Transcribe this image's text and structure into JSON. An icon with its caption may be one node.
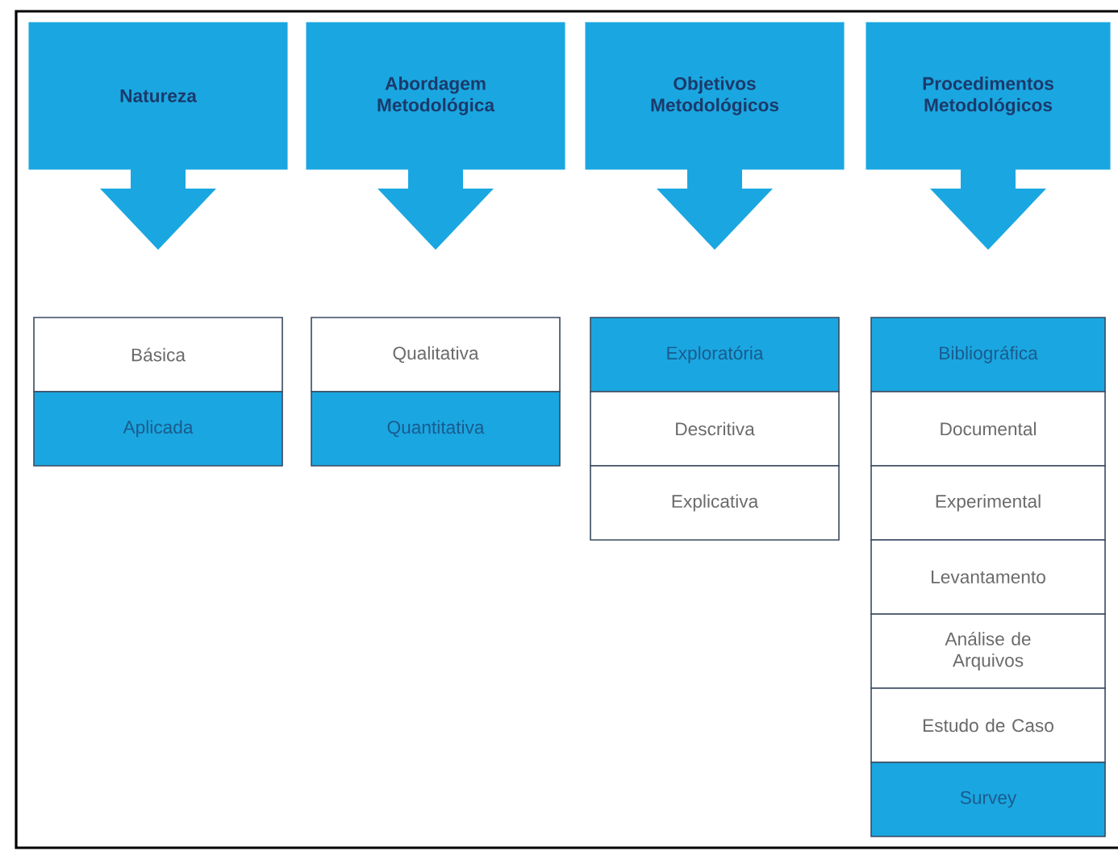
{
  "diagram": {
    "nodes": [
      {
        "text": [
          "Natureza"
        ]
      },
      {
        "text": [
          "Abordagem Metodológica"
        ]
      },
      {
        "text": [
          "Objetivos Metodológicos"
        ]
      },
      {
        "text": [
          "Procedimentos Metodológicos"
        ]
      },
      {
        "text": [
          "Básica"
        ]
      },
      {
        "text": [
          "Aplicada"
        ]
      },
      {
        "text": [
          "Qualitativa"
        ]
      },
      {
        "text": [
          "Quantitativa"
        ]
      },
      {
        "text": [
          "Exploratória"
        ]
      },
      {
        "text": [
          "Descritiva"
        ]
      },
      {
        "text": [
          "Explicativa"
        ]
      },
      {
        "text": [
          "Bibliográfica"
        ]
      },
      {
        "text": [
          "Documental"
        ]
      },
      {
        "text": [
          "Experimental"
        ]
      },
      {
        "text": [
          "Levantamento"
        ]
      },
      {
        "text": [
          "Análise de Arquivos"
        ]
      },
      {
        "text": [
          "Estudo de Caso"
        ]
      },
      {
        "text": [
          "Survey"
        ]
      }
    ]
  }
}
